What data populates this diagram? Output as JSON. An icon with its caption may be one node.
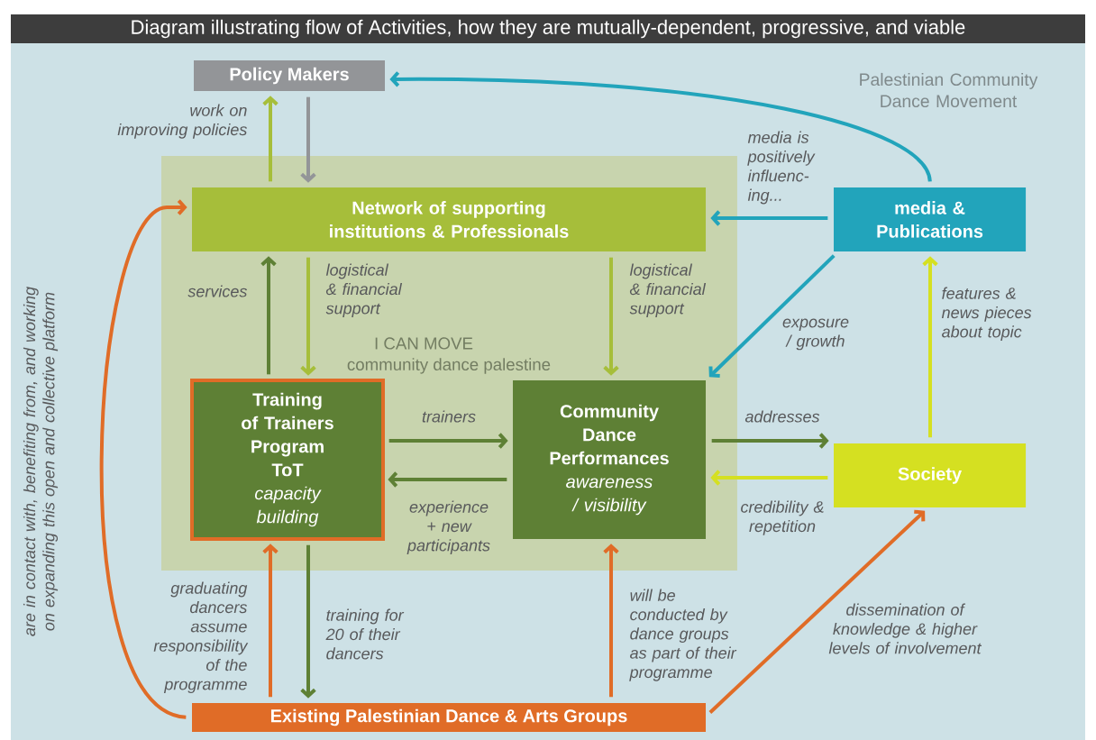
{
  "diagram": {
    "title": "Diagram illustrating flow of Activities, how they are mutually-dependent, progressive, and viable",
    "nodes": [
      {
        "text": [
          "Policy Makers"
        ]
      },
      {
        "text": [
          "I CAN MOVE",
          "community dance palestine"
        ]
      },
      {
        "text": [
          "Network of supporting institutions & Professionals"
        ],
        "in": 1
      },
      {
        "text": [
          "media & Publications"
        ]
      },
      {
        "text": [
          "Training of Trainers Program ToT",
          "capacity building"
        ],
        "in": 1
      },
      {
        "text": [
          "Community Dance Performances",
          "awareness / visibility"
        ],
        "in": 1
      },
      {
        "text": [
          "Society"
        ]
      },
      {
        "text": [
          "Existing Palestinian Dance & Arts Groups"
        ]
      }
    ],
    "edges": [
      {
        "from": 2,
        "to": 0,
        "arrow": "to",
        "label": "work on improving policies",
        "color": "#a6be3a"
      },
      {
        "from": 0,
        "to": 2,
        "arrow": "to",
        "color": "#939598"
      },
      {
        "from": 3,
        "to": 0,
        "arrow": "to",
        "color": "#22a4bb"
      },
      {
        "from": 3,
        "to": 2,
        "arrow": "to",
        "label": "media is positively influenc- ing...",
        "color": "#22a4bb"
      },
      {
        "from": 3,
        "to": 5,
        "arrow": "to",
        "label": "exposure / growth",
        "color": "#22a4bb"
      },
      {
        "from": 4,
        "to": 2,
        "arrow": "to",
        "label": "services"
      },
      {
        "from": 2,
        "to": 4,
        "arrow": "to",
        "label": "logistical & financial support",
        "color": "#a6be3a"
      },
      {
        "from": 2,
        "to": 5,
        "arrow": "to",
        "label": "logistical & financial support",
        "color": "#a6be3a"
      },
      {
        "from": 4,
        "to": 5,
        "arrow": "to",
        "label": "trainers"
      },
      {
        "from": 5,
        "to": 4,
        "arrow": "to",
        "label": "experience + new participants"
      },
      {
        "from": 5,
        "to": 6,
        "arrow": "to",
        "label": "addresses"
      },
      {
        "from": 6,
        "to": 5,
        "arrow": "to",
        "label": "credibility & repetition",
        "color": "#d5e021"
      },
      {
        "from": 6,
        "to": 3,
        "arrow": "to",
        "label": "features & news pieces about topic",
        "color": "#d5e021"
      },
      {
        "from": 7,
        "to": 4,
        "arrow": "to",
        "label": "graduating dancers assume responsibility of the programme",
        "color": "#e06c27"
      },
      {
        "from": 4,
        "to": 7,
        "arrow": "to",
        "label": "training for 20 of their dancers"
      },
      {
        "from": 7,
        "to": 5,
        "arrow": "to",
        "label": "will be conducted by dance groups as part of their programme",
        "color": "#e06c27"
      },
      {
        "from": 7,
        "to": 6,
        "arrow": "to",
        "label": "dissemination of knowledge & higher levels of involvement",
        "color": "#e06c27"
      },
      {
        "from": 7,
        "to": 2,
        "arrow": "to",
        "label": "are in contact with, benefiting from, and working on expanding this open and collective platform",
        "color": "#e06c27"
      }
    ],
    "labels": [
      "Palestinian Community Dance Movement"
    ]
  }
}
